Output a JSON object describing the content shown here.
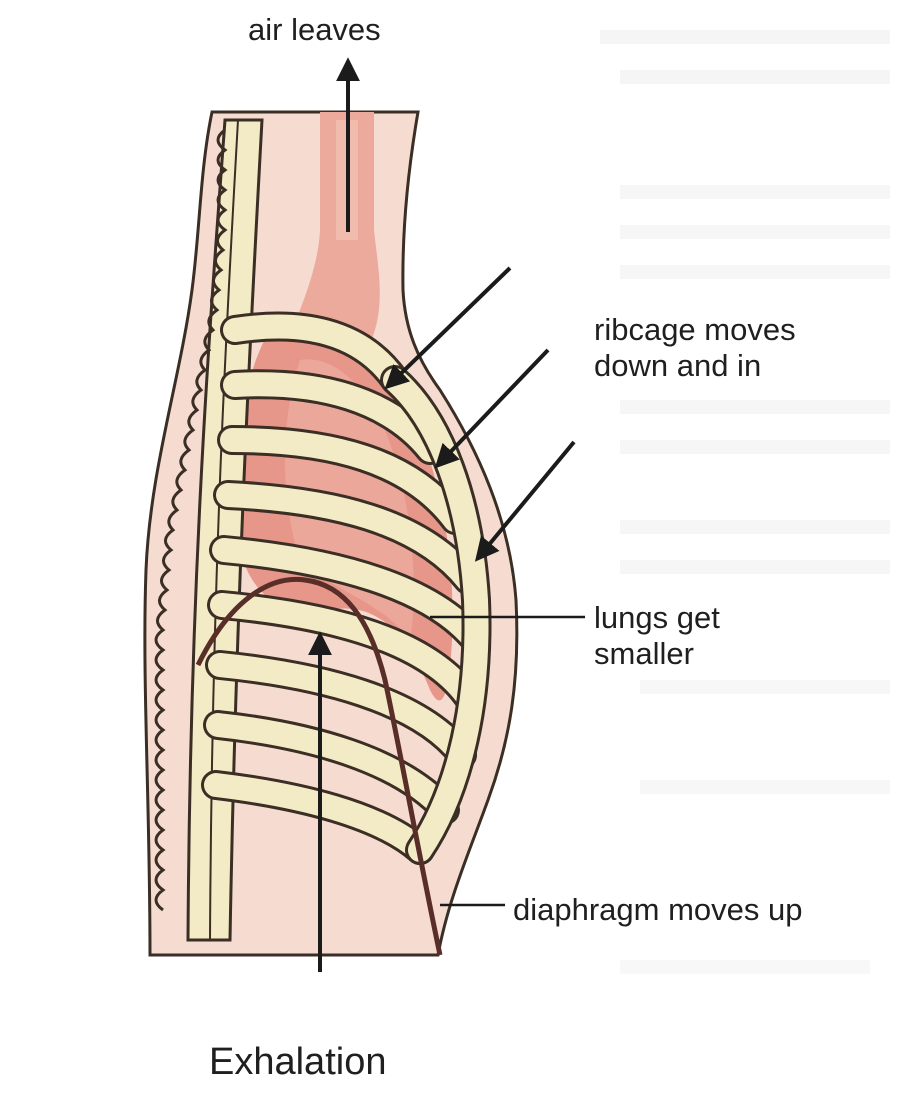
{
  "labels": {
    "air_leaves": "air leaves",
    "ribcage_line1": "ribcage moves",
    "ribcage_line2": "down and in",
    "lungs_line1": "lungs get",
    "lungs_line2": "smaller",
    "diaphragm": "diaphragm moves up"
  },
  "caption": "Exhalation",
  "colors": {
    "body": "#f6dcd0",
    "body_shadow": "#f0cdbf",
    "bone": "#f3ebc6",
    "bone_outline": "#3a2e25",
    "lung": "#e7968a",
    "lung_light": "#f0b3a6",
    "diaphragm": "#5a2e28",
    "arrow": "#1b1b1b",
    "text_ghost": "#ededed"
  }
}
